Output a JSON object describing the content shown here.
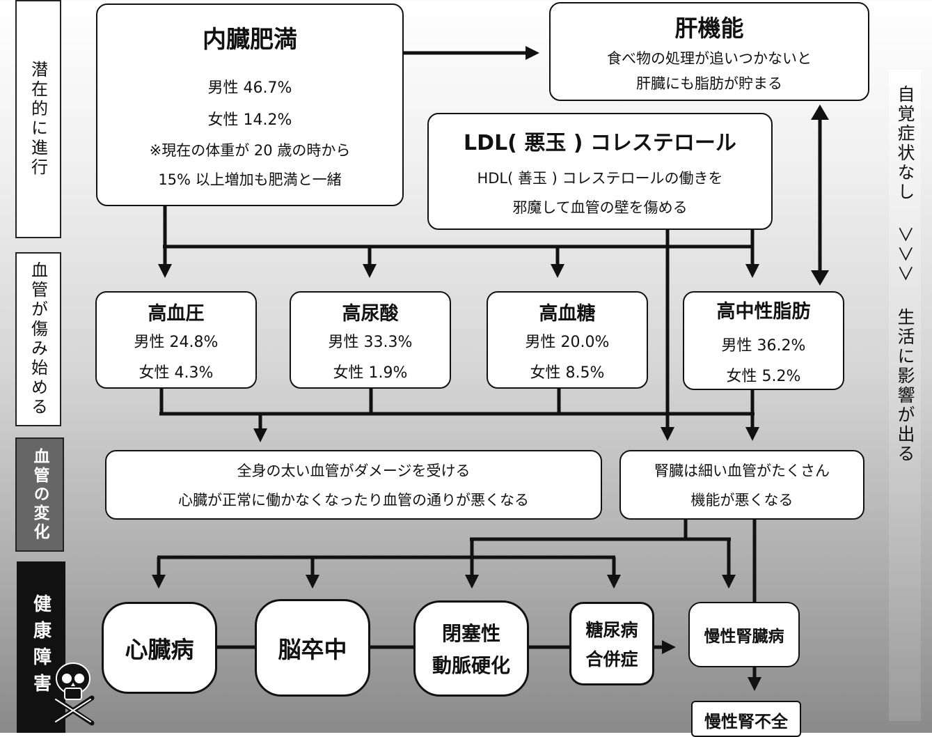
{
  "stages": [
    {
      "label": "潜在的に進行"
    },
    {
      "label": "血管が傷み始める"
    },
    {
      "label": "血管の変化"
    },
    {
      "label": "健康障害"
    }
  ],
  "right_bar": {
    "top": "自覚症状なし",
    "arrows": "＞＞＞",
    "bottom": "生活に影響が出る"
  },
  "visceral_fat": {
    "title": "内臓肥満",
    "male": "男性 46.7%",
    "female": "女性 14.2%",
    "note1": "※現在の体重が 20 歳の時から",
    "note2": "15% 以上増加も肥満と一緒"
  },
  "liver": {
    "title": "肝機能",
    "line1": "食べ物の処理が追いつかないと",
    "line2": "肝臓にも脂肪が貯まる"
  },
  "ldl": {
    "title": "LDL( 悪玉 ) コレステロール",
    "line1": "HDL( 善玉 ) コレステロールの働きを",
    "line2": "邪魔して血管の壁を傷める"
  },
  "conditions": [
    {
      "title": "高血圧",
      "male": "男性 24.8%",
      "female": "女性 4.3%"
    },
    {
      "title": "高尿酸",
      "male": "男性 33.3%",
      "female": "女性 1.9%"
    },
    {
      "title": "高血糖",
      "male": "男性 20.0%",
      "female": "女性 8.5%"
    },
    {
      "title": "高中性脂肪",
      "male": "男性 36.2%",
      "female": "女性 5.2%"
    }
  ],
  "large_vessels": {
    "line1": "全身の太い血管がダメージを受ける",
    "line2": "心臓が正常に働かなくなったり血管の通りが悪くなる"
  },
  "kidney_note": {
    "line1": "腎臓は細い血管がたくさん",
    "line2": "機能が悪くなる"
  },
  "diseases": {
    "heart": "心臓病",
    "stroke": "脳卒中",
    "asc_line1": "閉塞性",
    "asc_line2": "動脈硬化",
    "diab_line1": "糖尿病",
    "diab_line2": "合併症",
    "ckd": "慢性腎臓病",
    "ckf": "慢性腎不全"
  }
}
